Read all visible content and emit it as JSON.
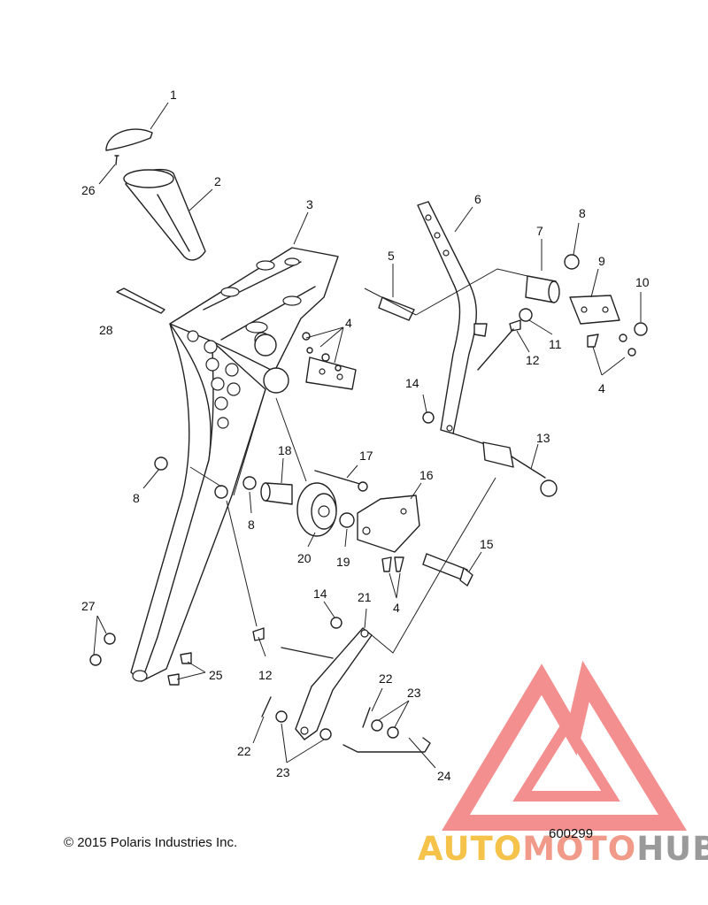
{
  "figure": {
    "copyright": "© 2015 Polaris Industries Inc.",
    "doc_number": "600299"
  },
  "watermark": {
    "brand_part1": "AUTO",
    "brand_part2": "MOTO",
    "brand_part3": "HUB",
    "colors": {
      "auto": "#f5c24a",
      "moto": "#f29a8a",
      "hub": "#9a9a9a",
      "logo": "#f06a6a"
    }
  },
  "callouts": [
    {
      "id": "c1",
      "text": "1"
    },
    {
      "id": "c2",
      "text": "2"
    },
    {
      "id": "c3",
      "text": "3"
    },
    {
      "id": "c4a",
      "text": "4"
    },
    {
      "id": "c4b",
      "text": "4"
    },
    {
      "id": "c4c",
      "text": "4"
    },
    {
      "id": "c5",
      "text": "5"
    },
    {
      "id": "c6",
      "text": "6"
    },
    {
      "id": "c7",
      "text": "7"
    },
    {
      "id": "c8a",
      "text": "8"
    },
    {
      "id": "c8b",
      "text": "8"
    },
    {
      "id": "c8c",
      "text": "8"
    },
    {
      "id": "c9",
      "text": "9"
    },
    {
      "id": "c10",
      "text": "10"
    },
    {
      "id": "c11",
      "text": "11"
    },
    {
      "id": "c12a",
      "text": "12"
    },
    {
      "id": "c12b",
      "text": "12"
    },
    {
      "id": "c13",
      "text": "13"
    },
    {
      "id": "c14a",
      "text": "14"
    },
    {
      "id": "c14b",
      "text": "14"
    },
    {
      "id": "c15",
      "text": "15"
    },
    {
      "id": "c16",
      "text": "16"
    },
    {
      "id": "c17",
      "text": "17"
    },
    {
      "id": "c18",
      "text": "18"
    },
    {
      "id": "c19",
      "text": "19"
    },
    {
      "id": "c20",
      "text": "20"
    },
    {
      "id": "c21",
      "text": "21"
    },
    {
      "id": "c22a",
      "text": "22"
    },
    {
      "id": "c22b",
      "text": "22"
    },
    {
      "id": "c23a",
      "text": "23"
    },
    {
      "id": "c23b",
      "text": "23"
    },
    {
      "id": "c24",
      "text": "24"
    },
    {
      "id": "c25",
      "text": "25"
    },
    {
      "id": "c26",
      "text": "26"
    },
    {
      "id": "c27",
      "text": "27"
    },
    {
      "id": "c28",
      "text": "28"
    }
  ]
}
